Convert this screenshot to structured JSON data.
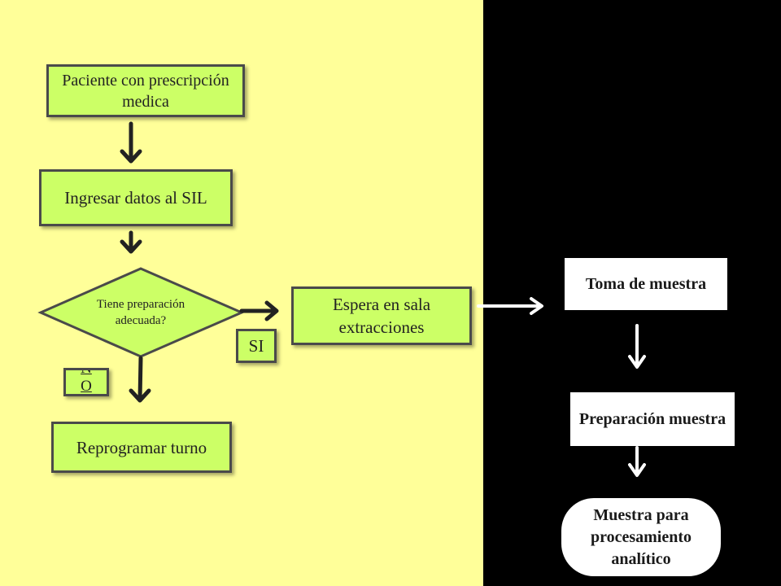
{
  "colors": {
    "left_background": "#ffff99",
    "right_background": "#000000",
    "process_fill": "#ccff66",
    "right_box_fill": "#ffffff"
  },
  "left_flow": {
    "patient": "Paciente con prescripción medica",
    "enter_data": "Ingresar datos al SIL",
    "decision": "Tiene preparación adecuada?",
    "wait_room": "Espera en sala extracciones",
    "reschedule": "Reprogramar turno",
    "yes_label": "SI",
    "no_label": "N O"
  },
  "right_flow": {
    "sampling": "Toma de muestra",
    "preparation": "Preparación muestra",
    "analysis": "Muestra para procesamiento analítico"
  }
}
